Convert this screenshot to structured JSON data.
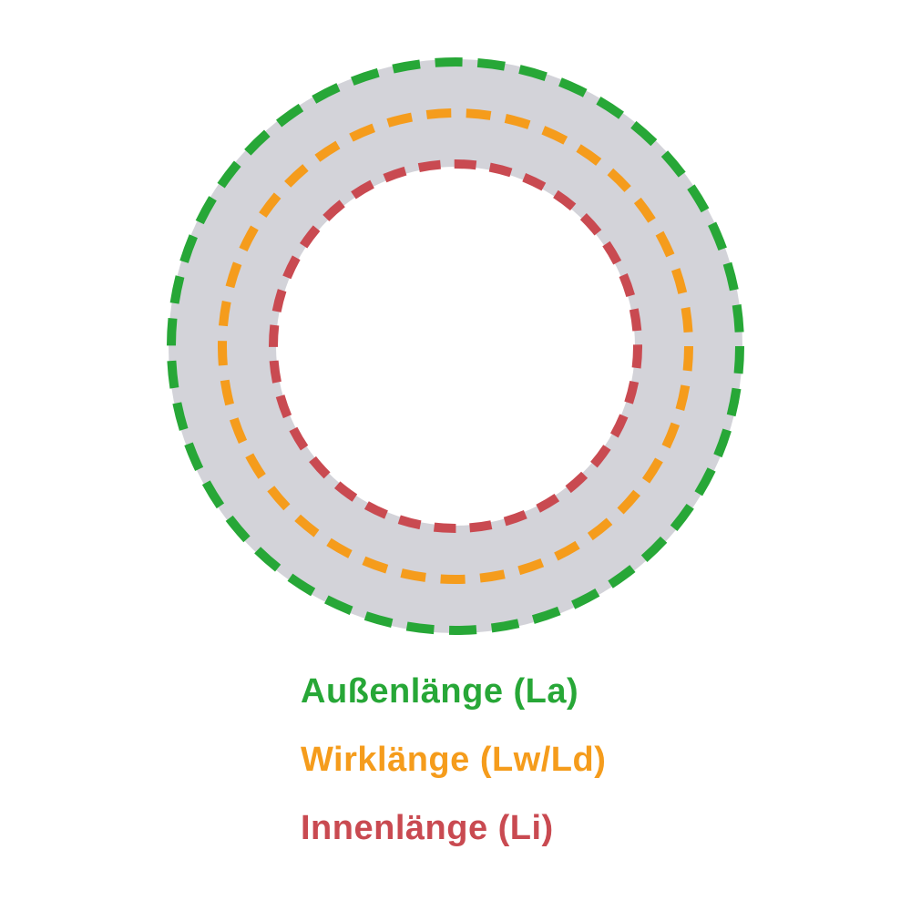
{
  "diagram": {
    "background": "#ffffff",
    "ring_color": "#d3d3d9",
    "circles": [
      {
        "label": "Außenlänge (La)",
        "color": "#27a737"
      },
      {
        "label": "Wirklänge (Lw/Ld)",
        "color": "#f59c1c"
      },
      {
        "label": "Innenlänge (Li)",
        "color": "#c94a51"
      }
    ]
  }
}
